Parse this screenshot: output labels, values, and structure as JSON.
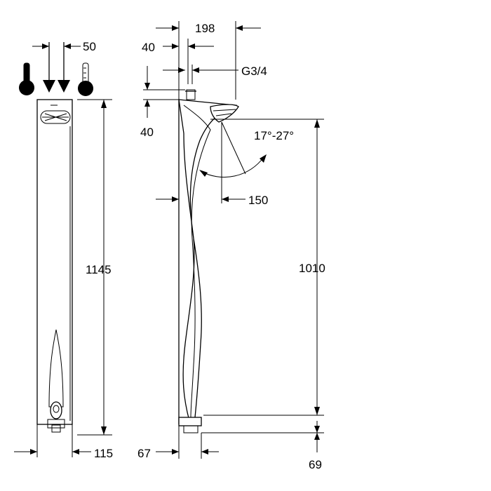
{
  "dimensions": {
    "front_width": "115",
    "front_height": "1145",
    "inlet_spacing": "50",
    "side_depth_bottom": "67",
    "side_offset_top": "40",
    "shower_projection": "198",
    "inlet_offset": "40",
    "connection_thread": "G3/4",
    "head_offset": "150",
    "tilt_angle": "17°-27°",
    "head_height": "1010",
    "bottom_offset": "69"
  },
  "icons": {
    "hot_water": "thermometer-hot-icon",
    "cold_water": "thermometer-cold-icon",
    "inflow": "down-arrows-icon"
  }
}
